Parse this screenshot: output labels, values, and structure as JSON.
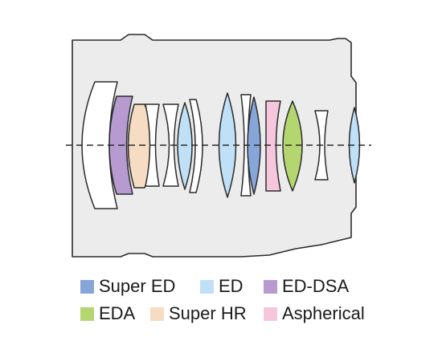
{
  "colors": {
    "super_ed": "#86a6d8",
    "ed": "#bfe0f6",
    "ed_dsa": "#b79bd0",
    "eda": "#b4d670",
    "super_hr": "#f5dcc2",
    "aspherical": "#f6c7dc",
    "housing": "#ececec",
    "outline": "#2b2b2b"
  },
  "legend": {
    "items": [
      {
        "label": "Super ED",
        "color": "#86a6d8"
      },
      {
        "label": "ED",
        "color": "#bfe0f6"
      },
      {
        "label": "ED-DSA",
        "color": "#b79bd0"
      },
      {
        "label": "EDA",
        "color": "#b4d670"
      },
      {
        "label": "Super HR",
        "color": "#f5dcc2"
      },
      {
        "label": "Aspherical",
        "color": "#f6c7dc"
      }
    ]
  },
  "lens_elements": [
    {
      "type": "plain"
    },
    {
      "type": "ED-DSA"
    },
    {
      "type": "Super HR"
    },
    {
      "type": "plain"
    },
    {
      "type": "plain"
    },
    {
      "type": "ED"
    },
    {
      "type": "plain"
    },
    {
      "type": "ED"
    },
    {
      "type": "plain"
    },
    {
      "type": "Super ED"
    },
    {
      "type": "Aspherical"
    },
    {
      "type": "EDA"
    },
    {
      "type": "plain"
    },
    {
      "type": "ED"
    }
  ]
}
